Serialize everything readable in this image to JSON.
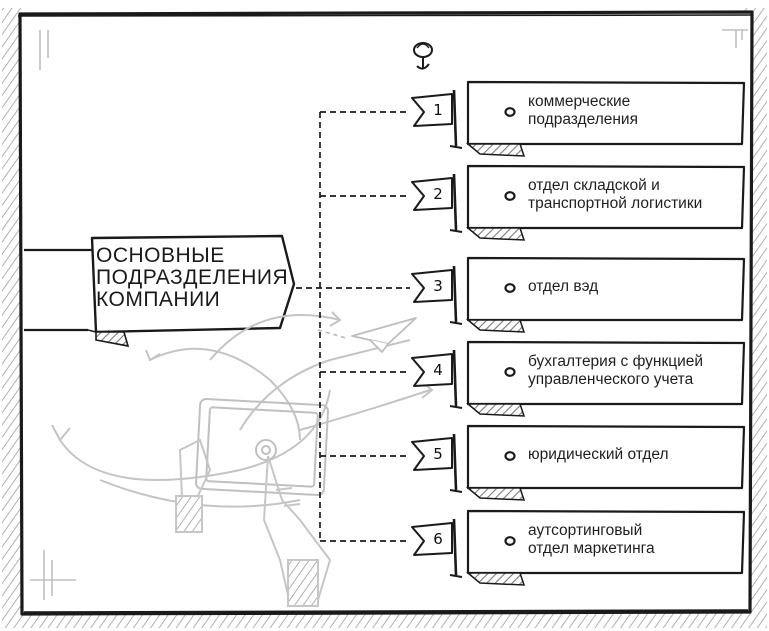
{
  "title_lines": [
    "ОСНОВНЫЕ",
    "ПОДРАЗДЕЛЕНИЯ",
    "КОМПАНИИ"
  ],
  "departments": [
    {
      "number": "1",
      "lines": [
        "коммерческие",
        "подразделения"
      ]
    },
    {
      "number": "2",
      "lines": [
        "отдел складской и",
        "транспортной логистики"
      ]
    },
    {
      "number": "3",
      "lines": [
        "отдел вэд"
      ]
    },
    {
      "number": "4",
      "lines": [
        "бухгалтерия с функцией",
        "управленческого учета"
      ]
    },
    {
      "number": "5",
      "lines": [
        "юридический отдел"
      ]
    },
    {
      "number": "6",
      "lines": [
        "аутсортинговый",
        "отдел маркетинга"
      ]
    }
  ],
  "colors": {
    "ink": "#1a1a1a",
    "hatch": "#8a8a8a",
    "sketch": "#c8c8c8",
    "paper": "#ffffff"
  },
  "icons": [
    "pushpin-icon",
    "paper-plane-icon",
    "tablet-icon",
    "pointing-hand-icon",
    "arrows-icon"
  ]
}
